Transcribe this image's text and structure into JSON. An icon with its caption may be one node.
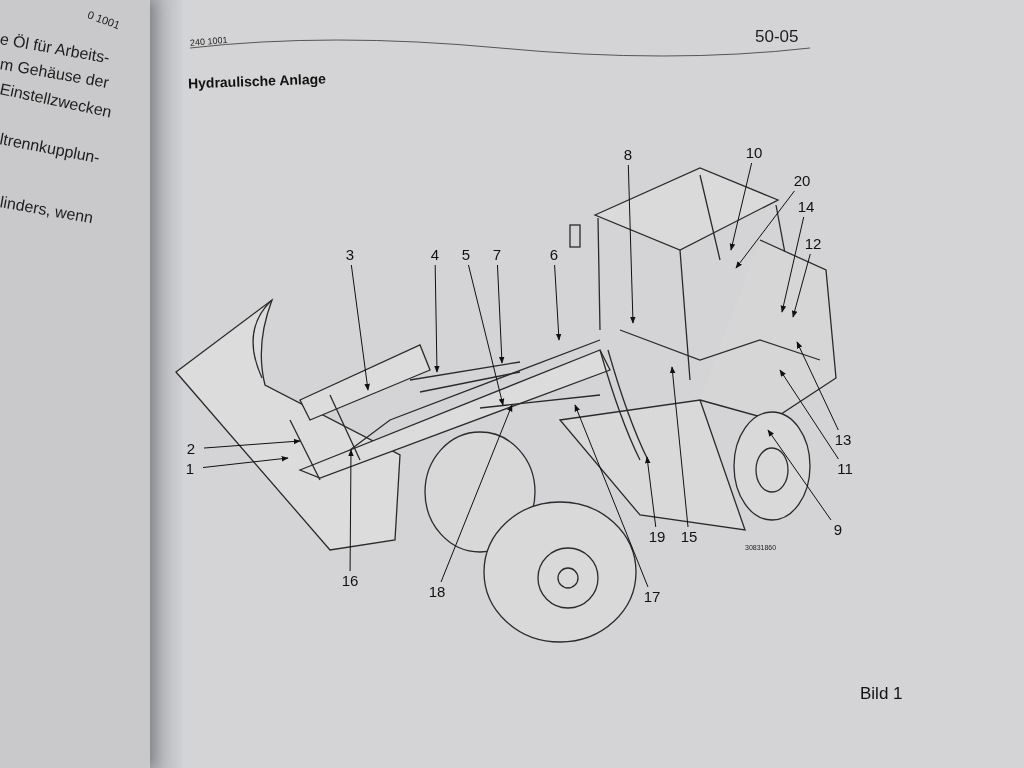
{
  "diagram": {
    "title": "Hydraulische Anlage",
    "caption": "Bild 1",
    "nodes": [
      {
        "text": [
          "1"
        ]
      },
      {
        "text": [
          "2"
        ]
      },
      {
        "text": [
          "3"
        ]
      },
      {
        "text": [
          "4"
        ]
      },
      {
        "text": [
          "5"
        ]
      },
      {
        "text": [
          "7"
        ]
      },
      {
        "text": [
          "6"
        ]
      },
      {
        "text": [
          "16"
        ]
      },
      {
        "text": [
          "18"
        ]
      },
      {
        "text": [
          "17"
        ]
      },
      {
        "text": [
          "8"
        ]
      },
      {
        "text": [
          "10"
        ]
      },
      {
        "text": [
          "20"
        ]
      },
      {
        "text": [
          "14"
        ]
      },
      {
        "text": [
          "12"
        ]
      },
      {
        "text": [
          "13"
        ]
      },
      {
        "text": [
          "11"
        ]
      },
      {
        "text": [
          "9"
        ]
      },
      {
        "text": [
          "19"
        ]
      },
      {
        "text": [
          "15"
        ]
      }
    ],
    "edges": [
      {
        "from": 0,
        "to": null,
        "arrow": "to"
      },
      {
        "from": 1,
        "to": null,
        "arrow": "to"
      },
      {
        "from": 2,
        "to": null,
        "arrow": "to"
      },
      {
        "from": 3,
        "to": null,
        "arrow": "to"
      },
      {
        "from": 4,
        "to": null,
        "arrow": "to"
      },
      {
        "from": 5,
        "to": null,
        "arrow": "to"
      },
      {
        "from": 6,
        "to": null,
        "arrow": "to"
      },
      {
        "from": 7,
        "to": null,
        "arrow": "to"
      },
      {
        "from": 8,
        "to": null,
        "arrow": "to"
      },
      {
        "from": 9,
        "to": null,
        "arrow": "to"
      },
      {
        "from": 10,
        "to": null,
        "arrow": "to"
      },
      {
        "from": 11,
        "to": null,
        "arrow": "to"
      },
      {
        "from": 12,
        "to": null,
        "arrow": "to"
      },
      {
        "from": 13,
        "to": null,
        "arrow": "to"
      },
      {
        "from": 14,
        "to": null,
        "arrow": "to"
      },
      {
        "from": 15,
        "to": null,
        "arrow": "to"
      },
      {
        "from": 16,
        "to": null,
        "arrow": "to"
      },
      {
        "from": 17,
        "to": null,
        "arrow": "to"
      },
      {
        "from": 18,
        "to": null,
        "arrow": "to"
      },
      {
        "from": 19,
        "to": null,
        "arrow": "to"
      }
    ],
    "labels": [
      "0 1001",
      "e Öl für Arbeits-",
      "m Gehäuse der",
      "Einstellzwecken",
      "ltrennkupplun-",
      "linders, wenn",
      "240 1001",
      "50-05",
      "30831860"
    ]
  }
}
